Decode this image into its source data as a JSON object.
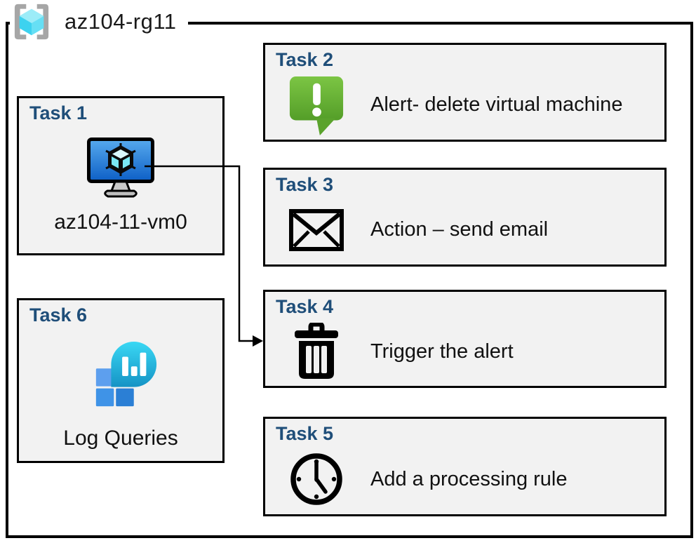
{
  "resource_group": {
    "name": "az104-rg11"
  },
  "tasks": [
    {
      "title": "Task 1",
      "label": "az104-11-vm0",
      "icon": "virtual-machine-icon"
    },
    {
      "title": "Task 2",
      "label": "Alert- delete virtual machine",
      "icon": "alert-message-icon"
    },
    {
      "title": "Task 3",
      "label": "Action – send email",
      "icon": "email-envelope-icon"
    },
    {
      "title": "Task 4",
      "label": "Trigger the alert",
      "icon": "trash-icon"
    },
    {
      "title": "Task 5",
      "label": "Add a processing rule",
      "icon": "clock-icon"
    },
    {
      "title": "Task 6",
      "label": "Log Queries",
      "icon": "log-queries-icon"
    }
  ],
  "connector": {
    "from": "Task 1",
    "to": "Task 4"
  },
  "colors": {
    "title_navy": "#1F4E79",
    "box_background": "#F2F2F2",
    "border_black": "#000000",
    "alert_green": "#6EB83D",
    "vm_screen_blue": "#1E6FD0",
    "log_bubble_teal": "#23B7DF",
    "log_square_blue": "#3F93E7",
    "rg_cube_cyan": "#50DCF2",
    "rg_bracket_gray": "#A6A6A6"
  }
}
